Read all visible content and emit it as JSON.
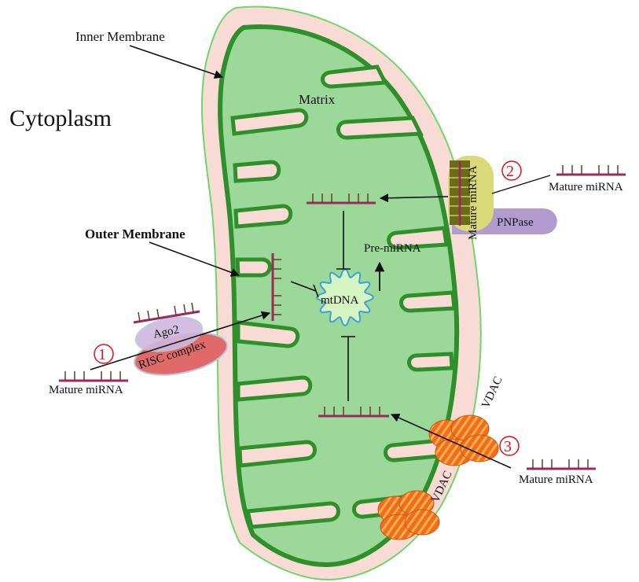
{
  "labels": {
    "inner_membrane": "Inner Membrane",
    "cytoplasm": "Cytoplasm",
    "matrix": "Matrix",
    "outer_membrane": "Outer Membrane",
    "pre_mirna": "Pre-miRNA",
    "mtdna": "mtDNA",
    "ago2": "Ago2",
    "risc_complex": "RISC complex",
    "pnpase": "PNPase",
    "vdac_upper": "VDAC",
    "vdac_lower": "VDAC",
    "mature_mirna_1": "Mature miRNA",
    "mature_mirna_2": "Mature miRNA",
    "mature_mirna_3": "Mature miRNA",
    "mature_mirna_channel": "Mature miRNA"
  },
  "pathways": [
    {
      "number": "1"
    },
    {
      "number": "2"
    },
    {
      "number": "3"
    }
  ],
  "colors": {
    "outer_membrane": "#f9dbd6",
    "matrix": "#9bd89a",
    "cristae_edge": "#2f8f2b",
    "mirna_strand": "#9c2a62",
    "pnpase": "#b29ccf",
    "channel": "#d9d97a",
    "risc": "#e06a6a",
    "ago2": "#cfb8de",
    "vdac": "#f06a1e",
    "number": "#e0101a"
  }
}
